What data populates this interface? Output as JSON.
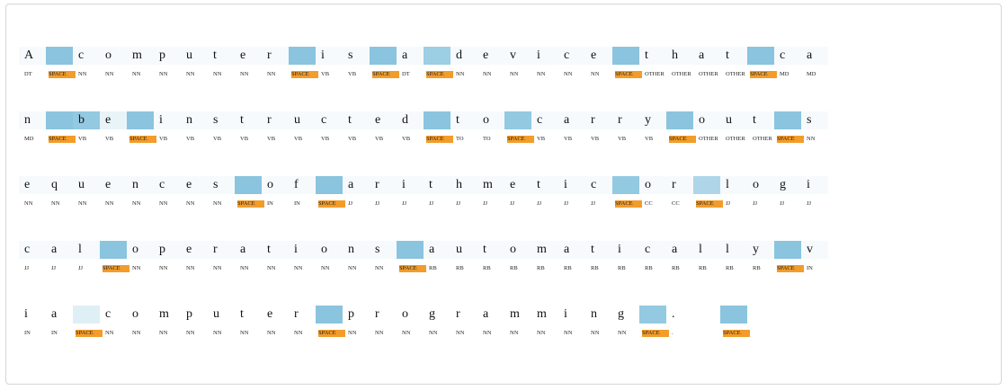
{
  "rows": [
    {
      "chars": [
        "A",
        "",
        "c",
        "o",
        "m",
        "p",
        "u",
        "t",
        "e",
        "r",
        "",
        "i",
        "s",
        "",
        "a",
        "",
        "d",
        "e",
        "v",
        "i",
        "c",
        "e",
        "",
        "t",
        "h",
        "a",
        "t",
        "",
        "c",
        "a"
      ],
      "tags": [
        "DT",
        "SPACE",
        "NN",
        "NN",
        "NN",
        "NN",
        "NN",
        "NN",
        "NN",
        "NN",
        "SPACE",
        "VB",
        "VB",
        "SPACE",
        "DT",
        "SPACE",
        "NN",
        "NN",
        "NN",
        "NN",
        "NN",
        "NN",
        "SPACE",
        "OTHER",
        "OTHER",
        "OTHER",
        "OTHER",
        "SPACE",
        "MD",
        "MD"
      ],
      "weights": [
        0.05,
        0.65,
        0.05,
        0.05,
        0.05,
        0.05,
        0.05,
        0.05,
        0.05,
        0.05,
        0.65,
        0.05,
        0.05,
        0.65,
        0.05,
        0.55,
        0.05,
        0.05,
        0.05,
        0.05,
        0.05,
        0.05,
        0.65,
        0.05,
        0.05,
        0.05,
        0.05,
        0.65,
        0.05,
        0.05
      ]
    },
    {
      "chars": [
        "n",
        "",
        "b",
        "e",
        "",
        "i",
        "n",
        "s",
        "t",
        "r",
        "u",
        "c",
        "t",
        "e",
        "d",
        "",
        "t",
        "o",
        "",
        "c",
        "a",
        "r",
        "r",
        "y",
        "",
        "o",
        "u",
        "t",
        "",
        "s"
      ],
      "tags": [
        "MD",
        "SPACE",
        "VB",
        "VB",
        "SPACE",
        "VB",
        "VB",
        "VB",
        "VB",
        "VB",
        "VB",
        "VB",
        "VB",
        "VB",
        "VB",
        "SPACE",
        "TO",
        "TO",
        "SPACE",
        "VB",
        "VB",
        "VB",
        "VB",
        "VB",
        "SPACE",
        "OTHER",
        "OTHER",
        "OTHER",
        "SPACE",
        "NN"
      ],
      "weights": [
        0.05,
        0.65,
        0.6,
        0.12,
        0.65,
        0.05,
        0.05,
        0.05,
        0.05,
        0.05,
        0.05,
        0.05,
        0.05,
        0.05,
        0.05,
        0.65,
        0.05,
        0.05,
        0.6,
        0.05,
        0.05,
        0.05,
        0.05,
        0.05,
        0.65,
        0.05,
        0.05,
        0.05,
        0.65,
        0.05
      ]
    },
    {
      "chars": [
        "e",
        "q",
        "u",
        "e",
        "n",
        "c",
        "e",
        "s",
        "",
        "o",
        "f",
        "",
        "a",
        "r",
        "i",
        "t",
        "h",
        "m",
        "e",
        "t",
        "i",
        "c",
        "",
        "o",
        "r",
        "",
        "l",
        "o",
        "g",
        "i"
      ],
      "tags": [
        "NN",
        "NN",
        "NN",
        "NN",
        "NN",
        "NN",
        "NN",
        "NN",
        "SPACE",
        "IN",
        "IN",
        "SPACE",
        "JJ",
        "JJ",
        "JJ",
        "JJ",
        "JJ",
        "JJ",
        "JJ",
        "JJ",
        "JJ",
        "JJ",
        "SPACE",
        "CC",
        "CC",
        "SPACE",
        "JJ",
        "JJ",
        "JJ",
        "JJ"
      ],
      "weights": [
        0.05,
        0.05,
        0.05,
        0.05,
        0.05,
        0.05,
        0.05,
        0.05,
        0.65,
        0.05,
        0.05,
        0.65,
        0.05,
        0.05,
        0.05,
        0.05,
        0.05,
        0.05,
        0.05,
        0.05,
        0.05,
        0.05,
        0.6,
        0.05,
        0.05,
        0.45,
        0.05,
        0.05,
        0.05,
        0.05
      ]
    },
    {
      "chars": [
        "c",
        "a",
        "l",
        "",
        "o",
        "p",
        "e",
        "r",
        "a",
        "t",
        "i",
        "o",
        "n",
        "s",
        "",
        "a",
        "u",
        "t",
        "o",
        "m",
        "a",
        "t",
        "i",
        "c",
        "a",
        "l",
        "l",
        "y",
        "",
        "v"
      ],
      "tags": [
        "JJ",
        "JJ",
        "JJ",
        "SPACE",
        "NN",
        "NN",
        "NN",
        "NN",
        "NN",
        "NN",
        "NN",
        "NN",
        "NN",
        "NN",
        "SPACE",
        "RB",
        "RB",
        "RB",
        "RB",
        "RB",
        "RB",
        "RB",
        "RB",
        "RB",
        "RB",
        "RB",
        "RB",
        "RB",
        "SPACE",
        "IN"
      ],
      "weights": [
        0.05,
        0.05,
        0.05,
        0.65,
        0.05,
        0.05,
        0.05,
        0.05,
        0.05,
        0.05,
        0.05,
        0.05,
        0.05,
        0.05,
        0.65,
        0.05,
        0.05,
        0.05,
        0.05,
        0.05,
        0.05,
        0.05,
        0.05,
        0.05,
        0.05,
        0.05,
        0.05,
        0.05,
        0.65,
        0.05
      ]
    },
    {
      "chars": [
        "i",
        "a",
        "",
        "c",
        "o",
        "m",
        "p",
        "u",
        "t",
        "e",
        "r",
        "",
        "p",
        "r",
        "o",
        "g",
        "r",
        "a",
        "m",
        "m",
        "i",
        "n",
        "g",
        "",
        ".",
        " ",
        ""
      ],
      "tags": [
        "IN",
        "IN",
        "SPACE",
        "NN",
        "NN",
        "NN",
        "NN",
        "NN",
        "NN",
        "NN",
        "NN",
        "SPACE",
        "NN",
        "NN",
        "NN",
        "NN",
        "NN",
        "NN",
        "NN",
        "NN",
        "NN",
        "NN",
        "NN",
        "SPACE",
        ".",
        "",
        "SPACE"
      ],
      "weights": [
        0.0,
        0.0,
        0.18,
        0.0,
        0.0,
        0.0,
        0.0,
        0.0,
        0.0,
        0.0,
        0.0,
        0.65,
        0.0,
        0.0,
        0.0,
        0.0,
        0.0,
        0.0,
        0.0,
        0.0,
        0.0,
        0.0,
        0.0,
        0.6,
        0.0,
        0.0,
        0.65
      ]
    }
  ]
}
